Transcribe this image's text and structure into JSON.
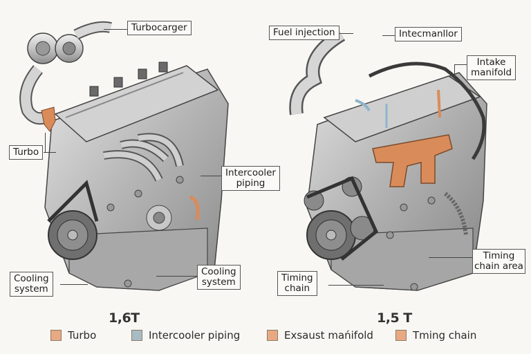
{
  "engines": [
    {
      "id": "left",
      "title": "1,6T",
      "callouts": {
        "turbocharger": "Turbocarger",
        "turbo": "Turbo",
        "intercooler_piping": [
          "Intercooler",
          "piping"
        ],
        "cooling_system_left": [
          "Cooling",
          "system"
        ],
        "cooling_system_right": [
          "Cooling",
          "system"
        ]
      }
    },
    {
      "id": "right",
      "title": "1,5 T",
      "callouts": {
        "fuel_injection": "Fuel injection",
        "intercooler_manifold": "Intecmanllor",
        "intake_manifold": [
          "Intake",
          "manifold"
        ],
        "timing_chain": [
          "Timing",
          "chain"
        ],
        "timing_chain_area": [
          "Timing",
          "chain area"
        ]
      }
    }
  ],
  "legend": [
    {
      "label": "Turbo",
      "color": "#e8a982"
    },
    {
      "label": "Intercooler piping",
      "color": "#a9bcc4"
    },
    {
      "label": "Exsaust mańifold",
      "color": "#e8a982"
    },
    {
      "label": "Tming chain",
      "color": "#e8a982"
    }
  ],
  "colors": {
    "background": "#f8f7f3",
    "engine_metal": "#b8b8b8",
    "copper_highlight": "#d98c5a",
    "blue_highlight": "#8fb3cc"
  }
}
